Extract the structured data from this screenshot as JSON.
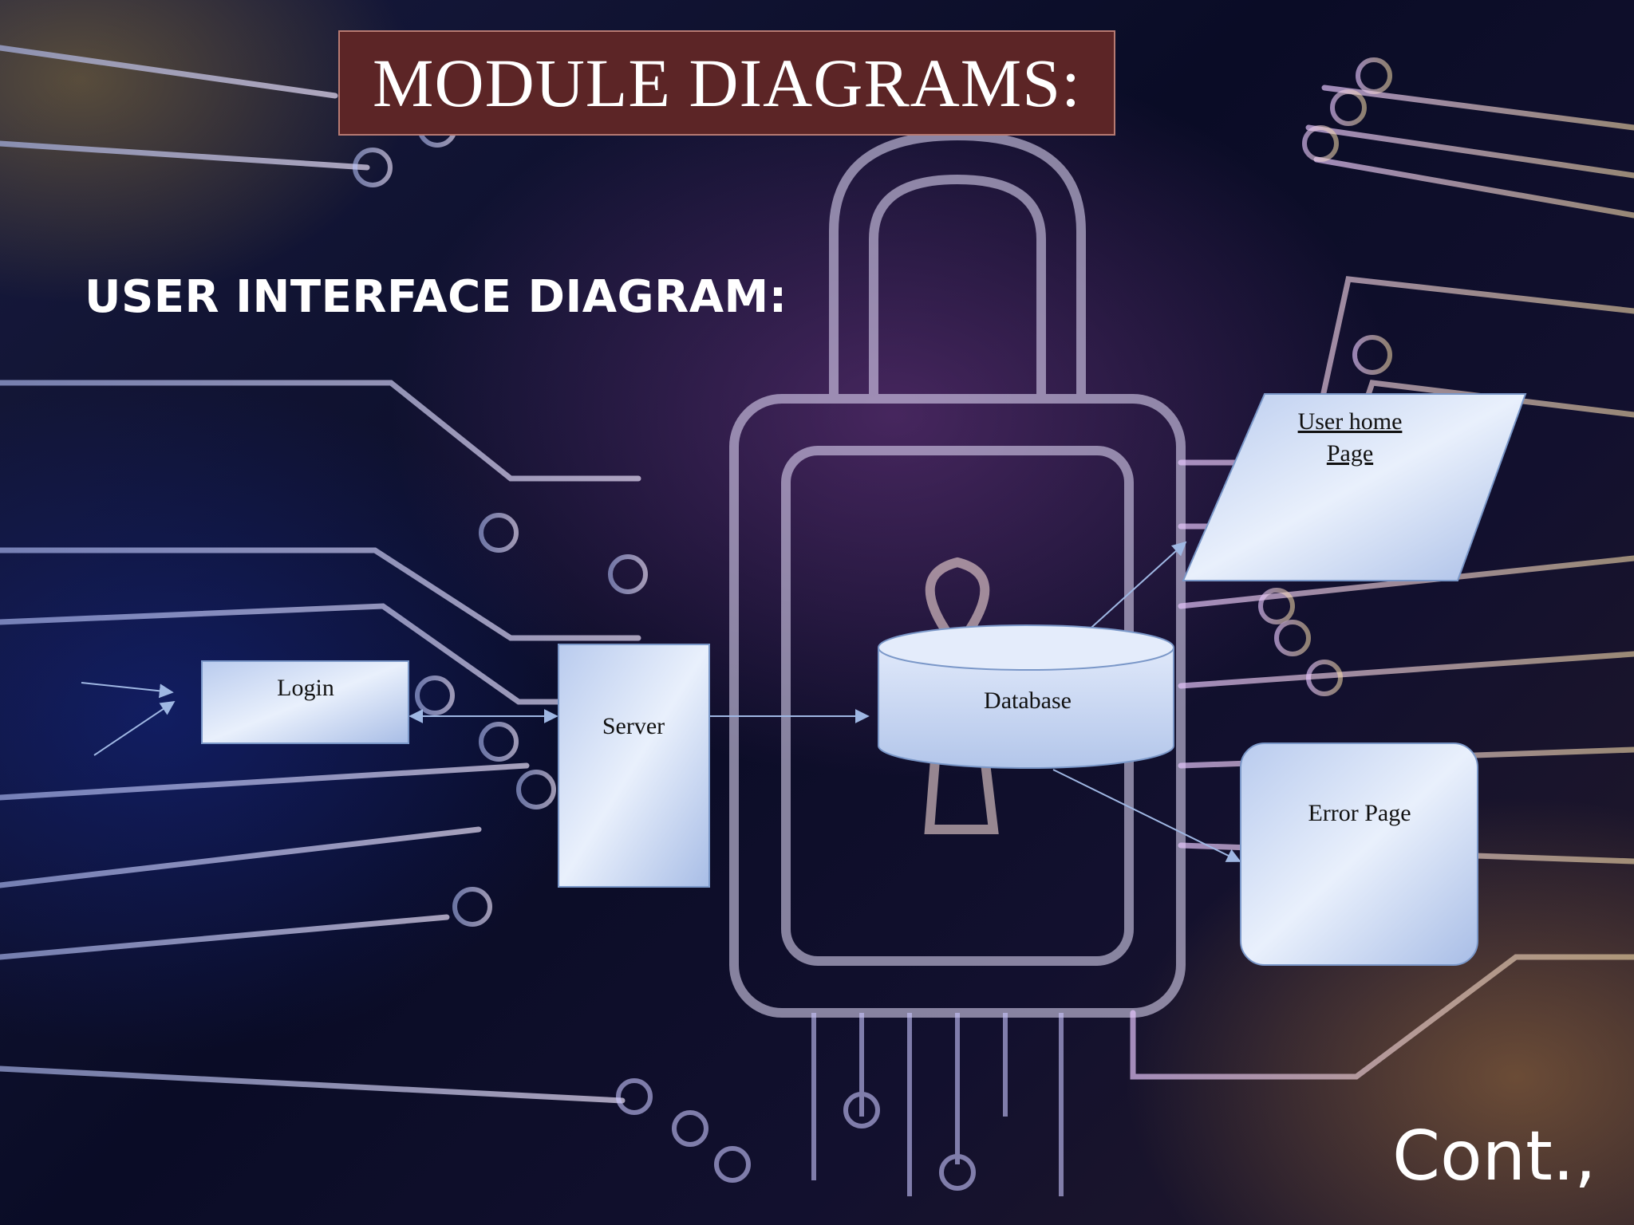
{
  "title": "MODULE DIAGRAMS:",
  "subtitle": "USER INTERFACE DIAGRAM:",
  "footer": "Cont.,",
  "nodes": {
    "login": "Login",
    "server": "Server",
    "database": "Database",
    "user_home_line1": "User home",
    "user_home_line2": "Page",
    "error_page": "Error Page"
  },
  "colors": {
    "title_bg": "#5c2526",
    "box_fill_light": "#e6eefb",
    "box_fill_dark": "#a9bfe6",
    "arrow": "#9fb7e3"
  }
}
